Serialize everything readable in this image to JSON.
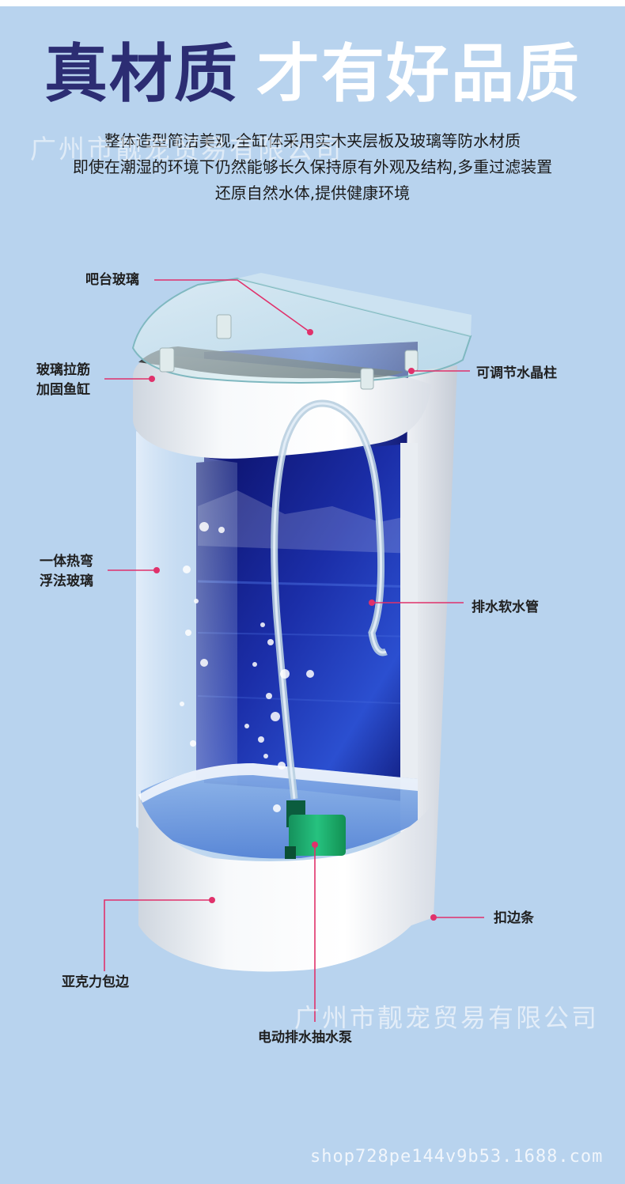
{
  "header": {
    "title_main": "真材质",
    "title_accent": "才有好品质",
    "description_lines": [
      "整体造型简洁美观,全缸体采用实木夹层板及玻璃等防水材质",
      "即使在潮湿的环境下仍然能够长久保持原有外观及结构,多重过滤装置",
      "还原自然水体,提供健康环境"
    ]
  },
  "labels": {
    "bar_glass": "吧台玻璃",
    "glass_rib": [
      "玻璃拉筋",
      "加固鱼缸"
    ],
    "crystal_post": "可调节水晶柱",
    "bent_glass": [
      "一体热弯",
      "浮法玻璃"
    ],
    "drain_hose": "排水软水管",
    "edge_strip": "扣边条",
    "acrylic_edge": "亚克力包边",
    "pump": "电动排水抽水泵"
  },
  "watermarks": {
    "company_top": "广州市靓宠贸易有限公司",
    "company_bottom": "广州市靓宠贸易有限公司",
    "shop_url": "shop728pe144v9b53.1688.com"
  },
  "colors": {
    "background": "#b8d3ee",
    "title_dark": "#2c2d73",
    "title_light": "#ffffff",
    "leader_line": "#e0316b",
    "water_dark": "#10157a",
    "water_light": "#3a63d6",
    "pump_body": "#1fb977"
  }
}
